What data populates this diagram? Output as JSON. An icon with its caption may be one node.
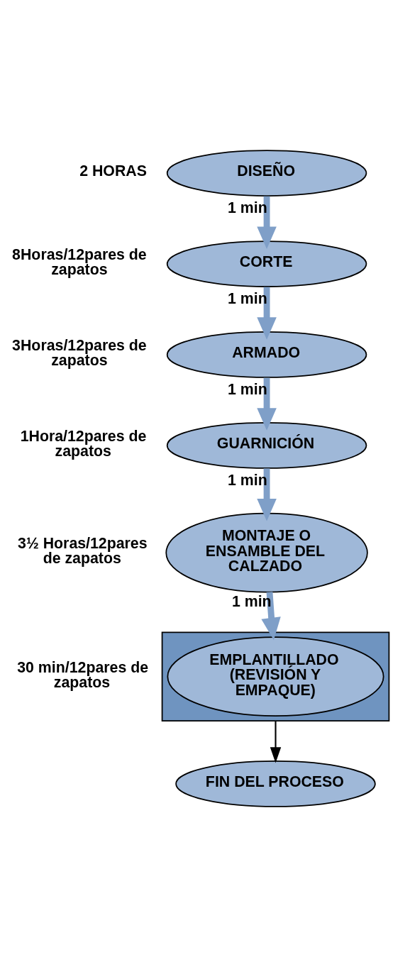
{
  "diagram": {
    "nodes": [
      {
        "text": [
          "DISEÑO"
        ],
        "beside": [
          "2 HORAS"
        ]
      },
      {
        "text": [
          "CORTE"
        ],
        "beside": [
          "8Horas/12pares de zapatos"
        ]
      },
      {
        "text": [
          "ARMADO"
        ],
        "beside": [
          "3Horas/12pares de zapatos"
        ]
      },
      {
        "text": [
          "GUARNICIÓN"
        ],
        "beside": [
          "1Hora/12pares de zapatos"
        ]
      },
      {
        "text": [
          "MONTAJE O ENSAMBLE DEL CALZADO"
        ],
        "beside": [
          "3½ Horas/12pares de zapatos"
        ]
      },
      {
        "text": [],
        "shape": "box"
      },
      {
        "text": [
          "EMPLANTILLADO (REVISIÓN Y EMPAQUE)"
        ],
        "in": 5,
        "beside": [
          "30 min/12pares de zapatos"
        ]
      },
      {
        "text": [
          "FIN DEL PROCESO"
        ]
      }
    ],
    "edges": [
      {
        "from": 0,
        "to": 1,
        "arrow": "to",
        "label": "1 min"
      },
      {
        "from": 1,
        "to": 2,
        "arrow": "to",
        "label": "1 min"
      },
      {
        "from": 2,
        "to": 3,
        "arrow": "to",
        "label": "1 min"
      },
      {
        "from": 3,
        "to": 4,
        "arrow": "to",
        "label": "1 min"
      },
      {
        "from": 4,
        "to": 5,
        "arrow": "to",
        "label": "1 min"
      },
      {
        "from": 5,
        "to": 7,
        "arrow": "to",
        "color": "#000000"
      }
    ]
  }
}
